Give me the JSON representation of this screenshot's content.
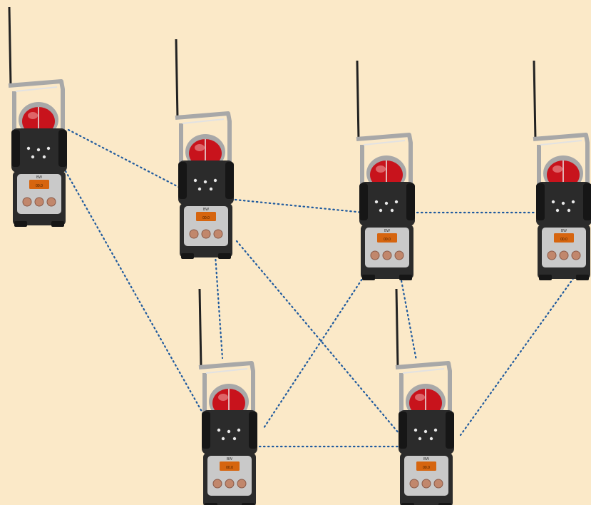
{
  "colors": {
    "background": "#fbe9c8",
    "link": "#1f5a9e",
    "device_body": "#2b2b2b",
    "device_dark": "#161616",
    "beacon": "#c8131c",
    "beacon_highlight": "#f0a7a7",
    "frame_metal": "#a8a8a8",
    "panel_silver": "#c9c9c9",
    "display": "#d6650f",
    "button": "#c1876c"
  },
  "devices": [
    {
      "id": "d1",
      "icon": "wireless-gas-monitor-icon",
      "display_text": "00.0",
      "label": "BW"
    },
    {
      "id": "d2",
      "icon": "wireless-gas-monitor-icon",
      "display_text": "00.0",
      "label": "BW"
    },
    {
      "id": "d3",
      "icon": "wireless-gas-monitor-icon",
      "display_text": "00.0",
      "label": "BW"
    },
    {
      "id": "d4",
      "icon": "wireless-gas-monitor-icon",
      "display_text": "00.0",
      "label": "BW"
    },
    {
      "id": "d5",
      "icon": "wireless-gas-monitor-icon",
      "display_text": "00.0",
      "label": "BW"
    },
    {
      "id": "d6",
      "icon": "wireless-gas-monitor-icon",
      "display_text": "00.0",
      "label": "BW"
    }
  ],
  "links": [
    [
      "d1",
      "d2"
    ],
    [
      "d1",
      "d5"
    ],
    [
      "d2",
      "d3"
    ],
    [
      "d2",
      "d5"
    ],
    [
      "d2",
      "d6"
    ],
    [
      "d3",
      "d4"
    ],
    [
      "d3",
      "d5"
    ],
    [
      "d3",
      "d6"
    ],
    [
      "d4",
      "d6"
    ],
    [
      "d5",
      "d6"
    ]
  ]
}
